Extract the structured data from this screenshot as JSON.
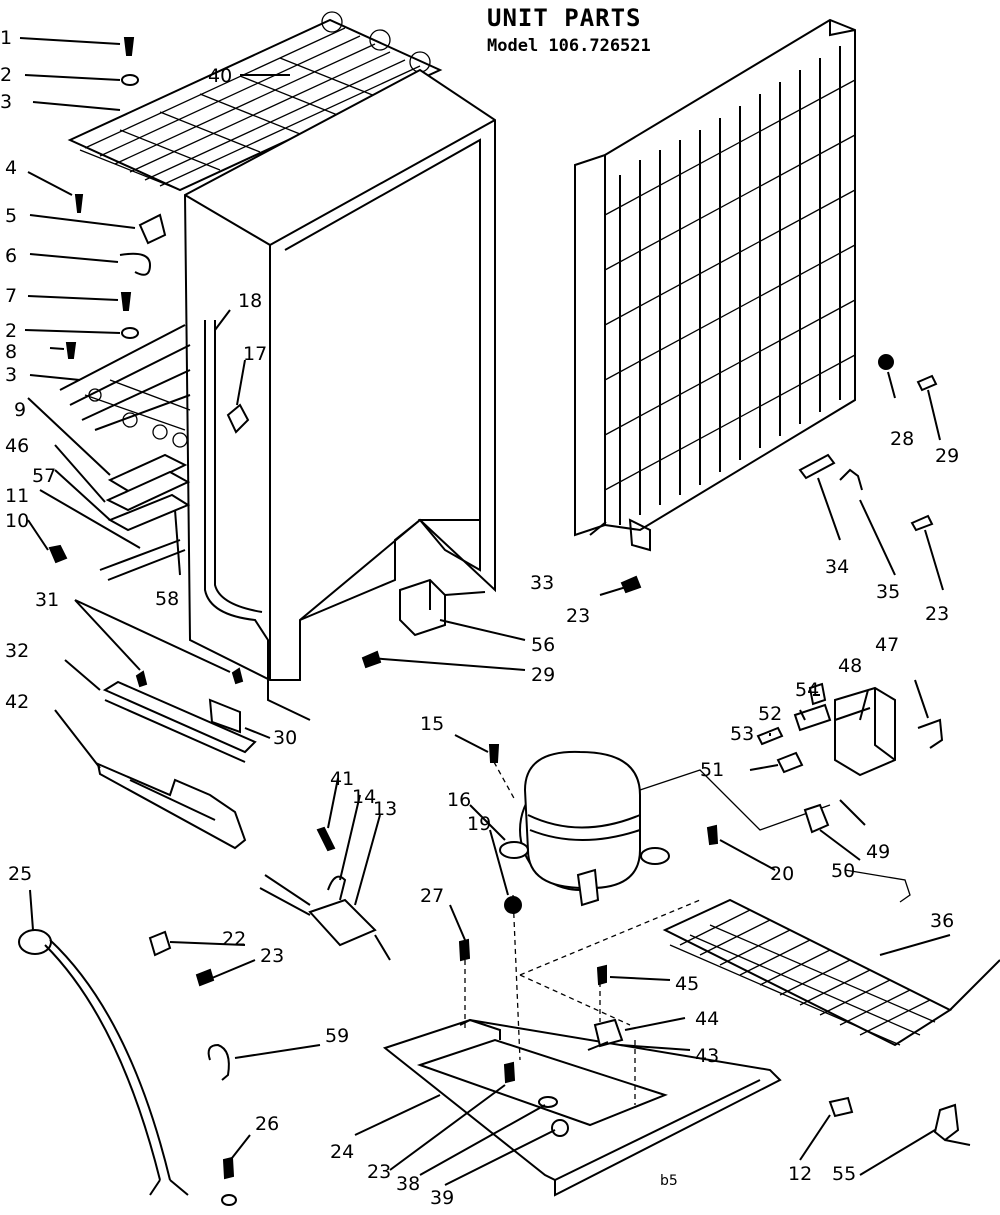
{
  "header": {
    "title": "UNIT PARTS",
    "model": "Model 106.726521"
  },
  "page_mark": "b5",
  "callouts": [
    "1",
    "2",
    "40",
    "3",
    "4",
    "5",
    "6",
    "7",
    "2",
    "8",
    "3",
    "18",
    "17",
    "9",
    "46",
    "57",
    "11",
    "10",
    "58",
    "31",
    "32",
    "42",
    "30",
    "29",
    "56",
    "23",
    "33",
    "28",
    "29",
    "34",
    "35",
    "23",
    "47",
    "48",
    "54",
    "52",
    "53",
    "51",
    "49",
    "50",
    "15",
    "16",
    "19",
    "20",
    "36",
    "27",
    "45",
    "44",
    "43",
    "24",
    "23",
    "38",
    "39",
    "12",
    "55",
    "25",
    "22",
    "23",
    "59",
    "26",
    "41",
    "14",
    "13"
  ]
}
